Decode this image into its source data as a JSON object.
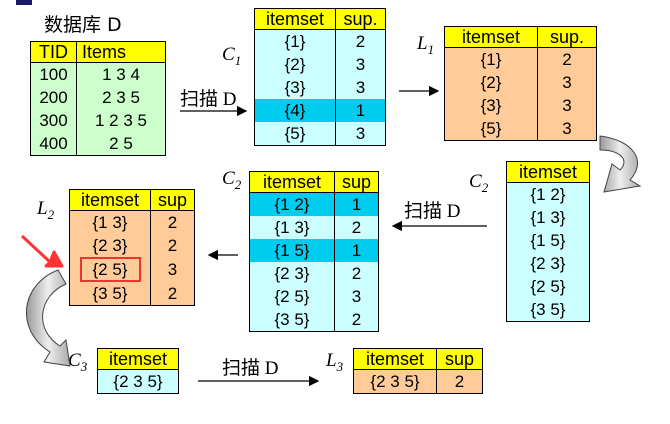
{
  "db": {
    "title": "数据库 D",
    "headers": [
      "TID",
      "Items"
    ],
    "rows": [
      [
        "100",
        "1 3 4"
      ],
      [
        "200",
        "2 3 5"
      ],
      [
        "300",
        "1 2 3 5"
      ],
      [
        "400",
        "2 5"
      ]
    ]
  },
  "scan_label": "扫描 D",
  "c1": {
    "label": "C",
    "sub": "1",
    "headers": [
      "itemset",
      "sup."
    ],
    "rows": [
      [
        "{1}",
        "2"
      ],
      [
        "{2}",
        "3"
      ],
      [
        "{3}",
        "3"
      ],
      [
        "{4}",
        "1"
      ],
      [
        "{5}",
        "3"
      ]
    ]
  },
  "l1": {
    "label": "L",
    "sub": "1",
    "headers": [
      "itemset",
      "sup."
    ],
    "rows": [
      [
        "{1}",
        "2"
      ],
      [
        "{2}",
        "3"
      ],
      [
        "{3}",
        "3"
      ],
      [
        "{5}",
        "3"
      ]
    ]
  },
  "c2_itemsets": {
    "label": "C",
    "sub": "2",
    "headers": [
      "itemset"
    ],
    "rows": [
      [
        "{1 2}"
      ],
      [
        "{1 3}"
      ],
      [
        "{1 5}"
      ],
      [
        "{2 3}"
      ],
      [
        "{2 5}"
      ],
      [
        "{3 5}"
      ]
    ]
  },
  "c2": {
    "label": "C",
    "sub": "2",
    "headers": [
      "itemset",
      "sup"
    ],
    "rows": [
      [
        "{1 2}",
        "1"
      ],
      [
        "{1 3}",
        "2"
      ],
      [
        "{1 5}",
        "1"
      ],
      [
        "{2 3}",
        "2"
      ],
      [
        "{2 5}",
        "3"
      ],
      [
        "{3 5}",
        "2"
      ]
    ]
  },
  "l2": {
    "label": "L",
    "sub": "2",
    "headers": [
      "itemset",
      "sup"
    ],
    "rows": [
      [
        "{1 3}",
        "2"
      ],
      [
        "{2 3}",
        "2"
      ],
      [
        "{2 5}",
        "3"
      ],
      [
        "{3 5}",
        "2"
      ]
    ]
  },
  "c3": {
    "label": "C",
    "sub": "3",
    "headers": [
      "itemset"
    ],
    "rows": [
      [
        "{2 3 5}"
      ]
    ]
  },
  "l3": {
    "label": "L",
    "sub": "3",
    "headers": [
      "itemset",
      "sup"
    ],
    "rows": [
      [
        "{2 3 5}",
        "2"
      ]
    ]
  },
  "colors": {
    "header": "#ffff00",
    "candidate": "#ccffff",
    "highlight": "#00ccee",
    "frequent": "#ffcc99",
    "database": "#ccffcc",
    "marker": "#ff3333"
  }
}
